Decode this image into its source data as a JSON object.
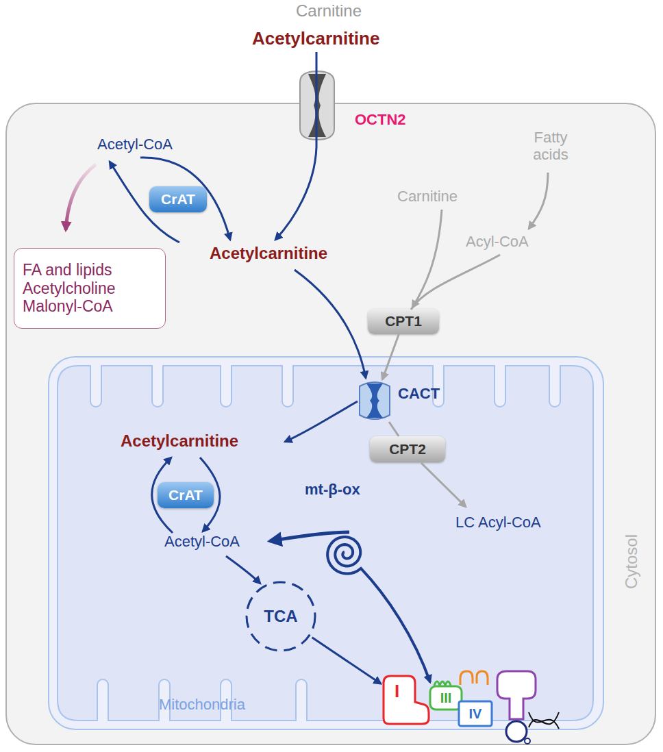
{
  "diagram": {
    "nodes": [
      {
        "text": [
          "Cytosol"
        ]
      },
      {
        "text": [
          "OCTN2"
        ],
        "in": 0
      },
      {
        "text": [
          "CrAT"
        ],
        "in": 0
      },
      {
        "text": [
          "FA and lipids",
          "Acetylcholine",
          "Malonyl-CoA"
        ],
        "in": 0
      },
      {
        "text": [
          "CPT1"
        ],
        "in": 0
      },
      {
        "text": [
          "Mitochondria"
        ],
        "in": 0
      },
      {
        "text": [
          "CACT"
        ],
        "in": 5
      },
      {
        "text": [
          "CPT2"
        ],
        "in": 5
      },
      {
        "text": [
          "CrAT"
        ],
        "in": 5
      },
      {
        "text": [
          "TCA"
        ],
        "in": 5
      },
      {
        "text": [
          "I"
        ],
        "in": 5
      },
      {
        "text": [
          "III"
        ],
        "in": 5
      },
      {
        "text": [
          "IV"
        ],
        "in": 5
      }
    ],
    "edges": [
      {
        "from": 4,
        "to": 6,
        "arrow": "to"
      },
      {
        "from": 6,
        "to": 7,
        "arrow": "none"
      },
      {
        "from": 9,
        "to": 10,
        "arrow": "to"
      }
    ],
    "labels": [
      "Carnitine",
      "Acetylcarnitine",
      "Acetyl-CoA",
      "Acetylcarnitine",
      "Fatty acids",
      "Carnitine",
      "Acyl-CoA",
      "Acetylcarnitine",
      "Acetyl-CoA",
      "mt-β-ox",
      "LC Acyl-CoA"
    ]
  }
}
